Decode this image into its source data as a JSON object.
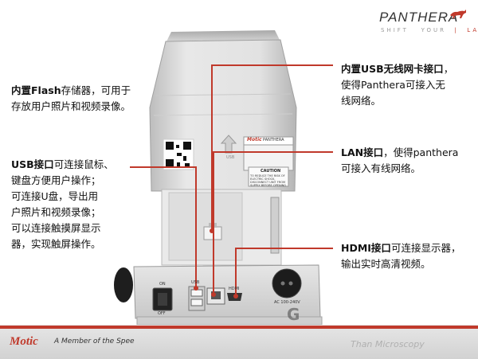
{
  "brand": {
    "name": "PANTHERA",
    "tagline_parts": [
      "SHIFT",
      "YOUR",
      "LAB"
    ]
  },
  "callouts": {
    "flash": {
      "bold": "内置Flash",
      "lines": [
        "存储器，可用于",
        "存放用户照片和视频录像。"
      ]
    },
    "usb": {
      "bold": "USB接口",
      "lines": [
        "可连接鼠标、",
        "键盘方便用户操作；",
        "可连接U盘，导出用",
        "户照片和视频录像；",
        "可以连接触摸屏显示",
        "器，实现触屏操作。"
      ]
    },
    "wifi": {
      "bold": "内置USB无线网卡接口",
      "lines": [
        "，",
        "使得Panthera可接入无",
        "线网络。"
      ]
    },
    "lan": {
      "bold": "LAN接口",
      "lines": [
        "，使得panthera",
        "可接入有线网络。"
      ]
    },
    "hdmi": {
      "bold": "HDMI接口",
      "lines": [
        "可连接显示器，",
        "输出实时高清视频。"
      ]
    }
  },
  "device": {
    "brand_label": "Motic",
    "model_label": "PANTHERA",
    "caution_title": "CAUTION",
    "caution_text": "TO REDUCE THE RISK OF ELECTRIC SHOCK, DISCONNECT UNIT FROM SUPPLY BEFORE OPENING",
    "usb_label": "USB",
    "port_labels": {
      "on": "ON",
      "off": "OFF",
      "usb": "USB",
      "hdmi": "HDMI",
      "power": "AC 100-240V"
    }
  },
  "footer": {
    "brand": "Motic",
    "tagline": "A Member of the Spee",
    "right_text": "Than Microscopy"
  },
  "colors": {
    "accent_red": "#c0392b",
    "device_gray": "#d9d9d9"
  }
}
